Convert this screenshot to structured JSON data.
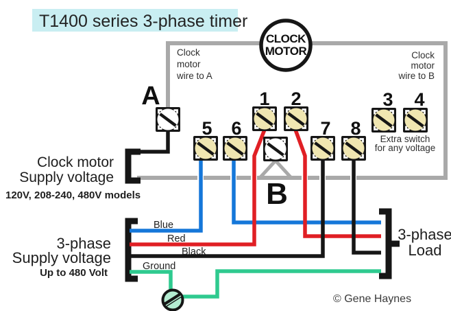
{
  "title": "T1400 series 3-phase timer",
  "clock_motor": {
    "line1": "CLOCK",
    "line2": "MOTOR"
  },
  "notes": {
    "wire_to_a": {
      "l1": "Clock",
      "l2": "motor",
      "l3": "wire to A"
    },
    "wire_to_b": {
      "l1": "Clock",
      "l2": "motor",
      "l3": "wire to B"
    },
    "extra_switch": {
      "l1": "Extra switch",
      "l2": "for any voltage"
    }
  },
  "terminals": {
    "a": "A",
    "b": "B",
    "n1": "1",
    "n2": "2",
    "n3": "3",
    "n4": "4",
    "n5": "5",
    "n6": "6",
    "n7": "7",
    "n8": "8"
  },
  "clock_supply": {
    "l1": "Clock motor",
    "l2": "Supply voltage",
    "models": "120V, 208-240, 480V models"
  },
  "phase_supply": {
    "l1": "3-phase",
    "l2": "Supply voltage",
    "l3": "Up to 480 Volt"
  },
  "wire_labels": {
    "blue": "Blue",
    "red": "Red",
    "black": "Black",
    "ground": "Ground"
  },
  "load": {
    "l1": "3-phase",
    "l2": "Load"
  },
  "copyright": "© Gene Haynes",
  "colors": {
    "title_bg": "#c9eef2",
    "wire_blue": "#1577d9",
    "wire_red": "#e01f24",
    "wire_black": "#161616",
    "wire_green": "#2fca8f",
    "wire_gray": "#a9a9a9",
    "terminal_brass": "#f0e6b1",
    "terminal_white": "#ffffff",
    "ground_screw": "#b4ecd1"
  }
}
